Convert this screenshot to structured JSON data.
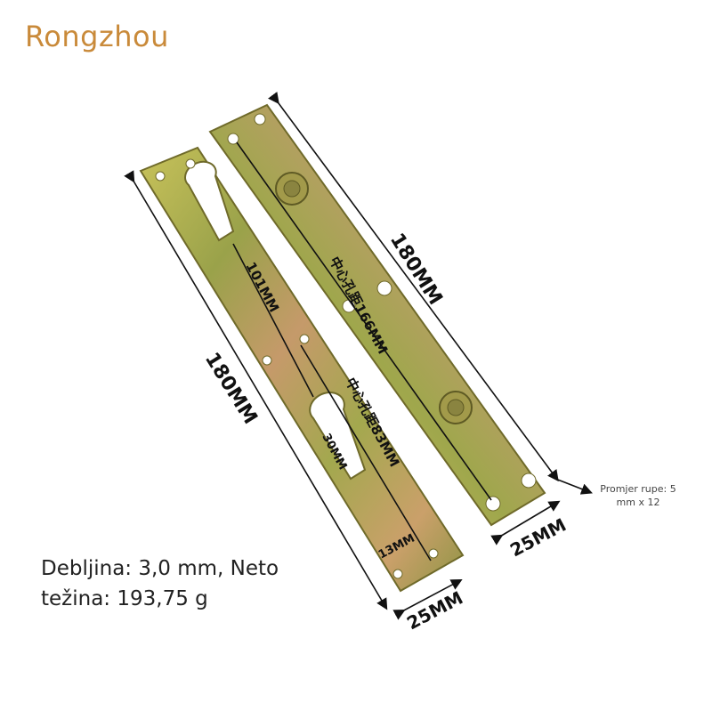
{
  "brand": {
    "name": "Rongzhou"
  },
  "dimensions": {
    "left_length": "180MM",
    "right_length": "180MM",
    "left_width": "25MM",
    "right_width": "25MM",
    "left_center_101": "101MM",
    "left_center_83": "中心孔距83MM",
    "left_slot_30": "30MM",
    "left_end_13": "13MM",
    "right_center_166": "中心孔距166MM"
  },
  "caption": {
    "text": "Debljina: 3,0 mm, Neto težina: 193,75 g"
  },
  "hole_note": {
    "text": "Promjer rupe: 5 mm x 12"
  },
  "colors": {
    "brand": "#c98a3a",
    "plate_base": "#b7b04a",
    "plate_edge": "#6f6a2a"
  }
}
